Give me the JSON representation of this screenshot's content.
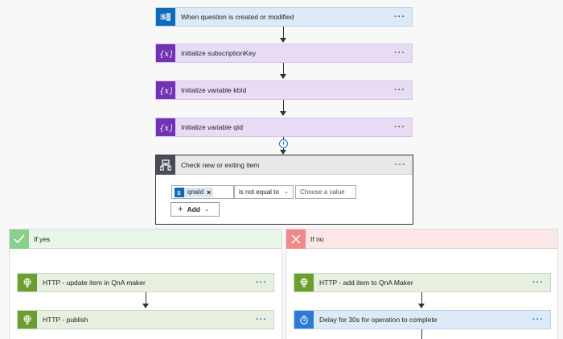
{
  "trigger": {
    "title": "When question is created or modified",
    "icon": "sharepoint-icon",
    "more": "···"
  },
  "steps": [
    {
      "title": "Initialize subscriptionKey",
      "icon": "variable-icon",
      "more": "···"
    },
    {
      "title": "Initialize variable kbId",
      "icon": "variable-icon",
      "more": "···"
    },
    {
      "title": "Initialize variable qId",
      "icon": "variable-icon",
      "more": "···"
    }
  ],
  "insert": {
    "symbol": "+"
  },
  "condition": {
    "title": "Check new or exiting item",
    "icon": "condition-icon",
    "more": "···",
    "token": {
      "label": "qnaId",
      "close": "×"
    },
    "operator": "is not equal to",
    "value_placeholder": "Choose a value",
    "add_label": "Add"
  },
  "branches": {
    "yes": {
      "label": "If yes",
      "icon": "check-icon",
      "actions": [
        {
          "title": "HTTP - update item in QnA maker",
          "icon": "globe-icon",
          "more": "···"
        },
        {
          "title": "HTTP - publish",
          "icon": "globe-icon",
          "more": "···"
        }
      ]
    },
    "no": {
      "label": "If no",
      "icon": "cross-icon",
      "actions": [
        {
          "title": "HTTP - add item to QnA Maker",
          "icon": "globe-icon",
          "more": "···"
        },
        {
          "title": "Delay for 30s for operation to complete",
          "icon": "clock-icon",
          "more": "···"
        }
      ]
    }
  },
  "colors": {
    "trigger_bg": "#dce9f7",
    "variable_bg": "#e8dcf5",
    "variable_icon": "#7331b4",
    "condition_icon": "#4a4d57",
    "http_bg": "#e6efe0",
    "http_icon": "#6b9e2e",
    "yes_header": "#e7f6e7",
    "no_header": "#fbe7e7",
    "delay_icon": "#2b7bd6"
  }
}
